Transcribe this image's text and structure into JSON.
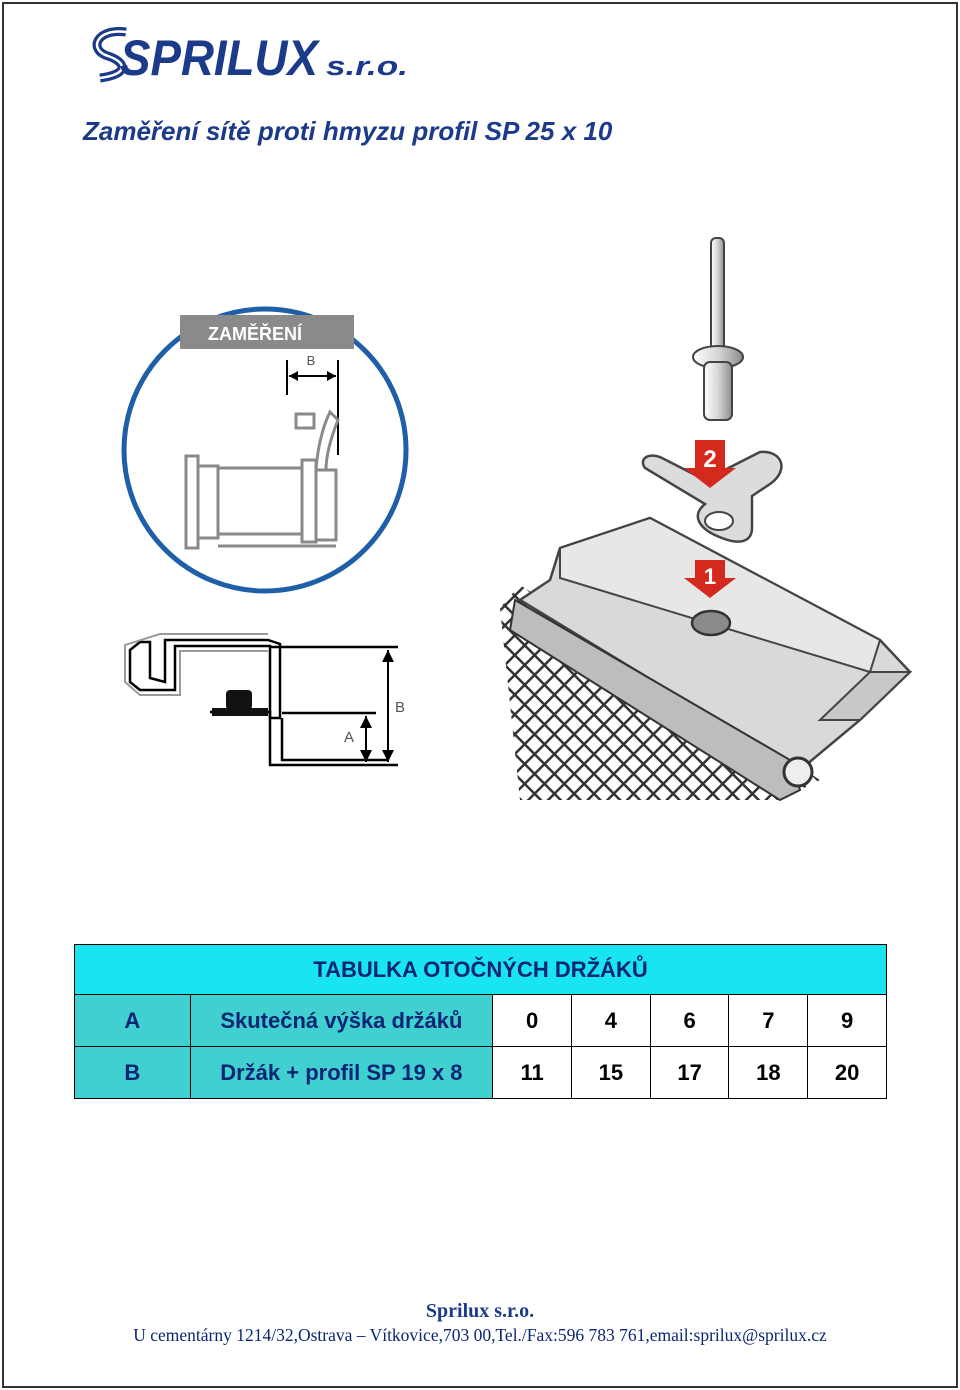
{
  "logo": {
    "brand": "SPRILUX",
    "suffix": "s.r.o."
  },
  "title": "Zaměření sítě proti hmyzu profil  SP 25 x 10",
  "diagram": {
    "banner": "ZAMĚŘENÍ",
    "label_b_top": "B",
    "label_a": "A",
    "label_b_side": "B",
    "step_2": "2",
    "step_1": "1"
  },
  "table": {
    "caption": "TABULKA OTOČNÝCH DRŽÁKŮ",
    "rows": [
      {
        "label": "A",
        "description": "Skutečná výška držáků",
        "values": [
          "0",
          "4",
          "6",
          "7",
          "9"
        ]
      },
      {
        "label": "B",
        "description": "Držák + profil  SP 19 x 8",
        "values": [
          "11",
          "15",
          "17",
          "18",
          "20"
        ]
      }
    ]
  },
  "footer": {
    "company": "Sprilux s.r.o.",
    "address": "U cementárny 1214/32,Ostrava – Vítkovice,703 00,Tel./Fax:596 783 761,email:sprilux@sprilux.cz"
  },
  "colors": {
    "brand_blue": "#1b3a8a",
    "circle_blue": "#1f5fa8",
    "table_caption": "#19e5f0",
    "table_body": "#40d0d0",
    "arrow_red": "#d42a1e"
  }
}
